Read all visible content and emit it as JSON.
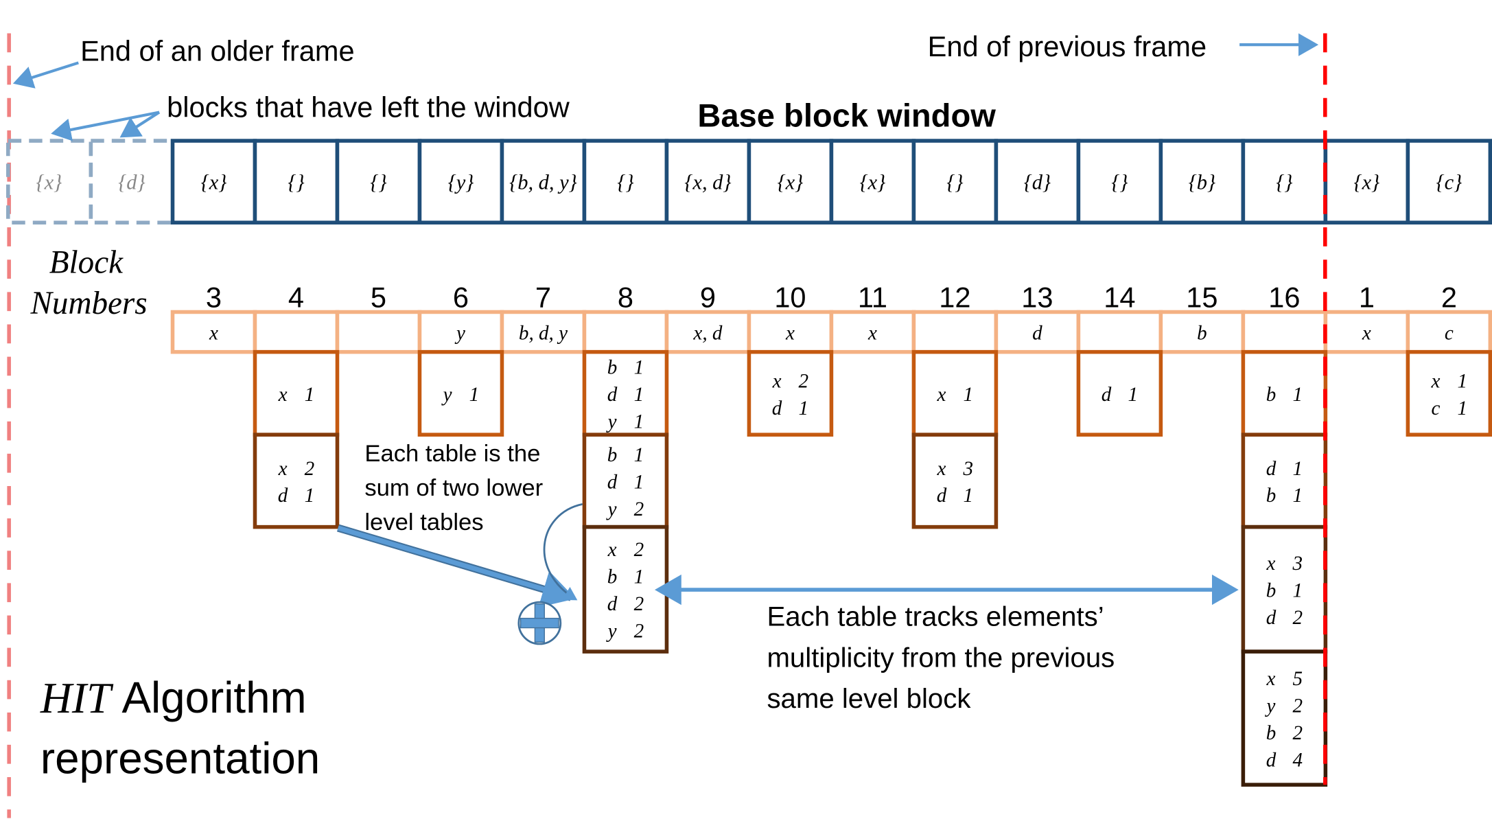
{
  "annotations": {
    "older_frame": "End of an older frame",
    "left_blocks": "blocks that have left the window",
    "window_title": "Base block window",
    "previous_frame": "End of previous frame",
    "block_numbers_line1": "Block",
    "block_numbers_line2": "Numbers",
    "sum_note": [
      "Each table is the",
      "sum of two lower",
      "level tables"
    ],
    "track_note": [
      "Each table tracks elements’",
      "multiplicity from the previous",
      "same level block"
    ],
    "title_italic": "HIT",
    "title_rest": "Algorithm",
    "title_line2": "representation"
  },
  "left_blocks": [
    "{x}",
    "{d}"
  ],
  "window_blocks": [
    {
      "set": "{x}",
      "number": "3",
      "items": "x"
    },
    {
      "set": "{}",
      "number": "4",
      "items": ""
    },
    {
      "set": "{}",
      "number": "5",
      "items": ""
    },
    {
      "set": "{y}",
      "number": "6",
      "items": "y"
    },
    {
      "set": "{b, d, y}",
      "number": "7",
      "items": "b, d, y"
    },
    {
      "set": "{}",
      "number": "8",
      "items": ""
    },
    {
      "set": "{x, d}",
      "number": "9",
      "items": "x, d"
    },
    {
      "set": "{x}",
      "number": "10",
      "items": "x"
    },
    {
      "set": "{x}",
      "number": "11",
      "items": "x"
    },
    {
      "set": "{}",
      "number": "12",
      "items": ""
    },
    {
      "set": "{d}",
      "number": "13",
      "items": "d"
    },
    {
      "set": "{}",
      "number": "14",
      "items": ""
    },
    {
      "set": "{b}",
      "number": "15",
      "items": "b"
    },
    {
      "set": "{}",
      "number": "16",
      "items": ""
    },
    {
      "set": "{x}",
      "number": "1",
      "items": "x"
    },
    {
      "set": "{c}",
      "number": "2",
      "items": "c"
    }
  ],
  "tables": [
    {
      "column": 1,
      "level": 1,
      "rows": [
        [
          "x",
          "1"
        ]
      ]
    },
    {
      "column": 3,
      "level": 1,
      "rows": [
        [
          "y",
          "1"
        ]
      ]
    },
    {
      "column": 5,
      "level": 1,
      "rows": [
        [
          "b",
          "1"
        ],
        [
          "d",
          "1"
        ],
        [
          "y",
          "1"
        ]
      ]
    },
    {
      "column": 7,
      "level": 1,
      "rows": [
        [
          "x",
          "2"
        ],
        [
          "d",
          "1"
        ]
      ]
    },
    {
      "column": 9,
      "level": 1,
      "rows": [
        [
          "x",
          "1"
        ]
      ]
    },
    {
      "column": 11,
      "level": 1,
      "rows": [
        [
          "d",
          "1"
        ]
      ]
    },
    {
      "column": 13,
      "level": 1,
      "rows": [
        [
          "b",
          "1"
        ]
      ]
    },
    {
      "column": 15,
      "level": 1,
      "rows": [
        [
          "x",
          "1"
        ],
        [
          "c",
          "1"
        ]
      ]
    },
    {
      "column": 1,
      "level": 2,
      "rows": [
        [
          "x",
          "2"
        ],
        [
          "d",
          "1"
        ]
      ]
    },
    {
      "column": 5,
      "level": 2,
      "rows": [
        [
          "b",
          "1"
        ],
        [
          "d",
          "1"
        ],
        [
          "y",
          "2"
        ]
      ]
    },
    {
      "column": 9,
      "level": 2,
      "rows": [
        [
          "x",
          "3"
        ],
        [
          "d",
          "1"
        ]
      ]
    },
    {
      "column": 13,
      "level": 2,
      "rows": [
        [
          "d",
          "1"
        ],
        [
          "b",
          "1"
        ]
      ]
    },
    {
      "column": 5,
      "level": 3,
      "rows": [
        [
          "x",
          "2"
        ],
        [
          "b",
          "1"
        ],
        [
          "d",
          "2"
        ],
        [
          "y",
          "2"
        ]
      ]
    },
    {
      "column": 13,
      "level": 3,
      "rows": [
        [
          "x",
          "3"
        ],
        [
          "b",
          "1"
        ],
        [
          "d",
          "2"
        ]
      ]
    },
    {
      "column": 13,
      "level": 4,
      "rows": [
        [
          "x",
          "5"
        ],
        [
          "y",
          "2"
        ],
        [
          "b",
          "2"
        ],
        [
          "d",
          "4"
        ]
      ]
    }
  ],
  "colors": {
    "window": "#1f4e79",
    "ghost": "#8faac4",
    "items_row": "#f4b183",
    "level1": "#c55a11",
    "level2": "#843c0c",
    "level3": "#5c2e0e",
    "level4": "#3a1d08",
    "arrow": "#5b9bd5",
    "older_line": "#f08080",
    "prev_line": "#ff0000"
  }
}
